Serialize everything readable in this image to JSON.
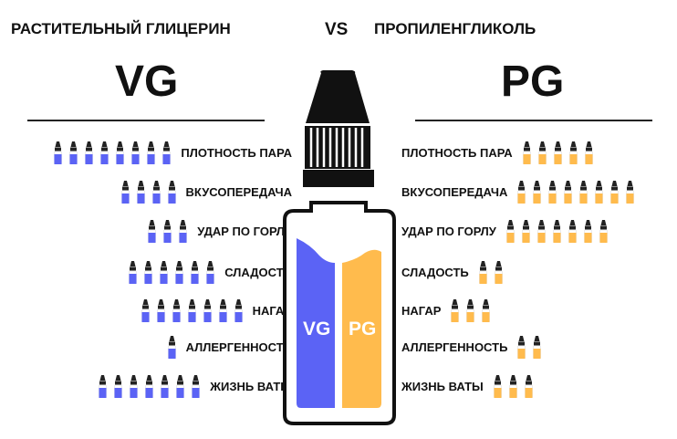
{
  "header": {
    "left_title": "РАСТИТЕЛЬНЫЙ ГЛИЦЕРИН",
    "vs": "VS",
    "right_title": "ПРОПИЛЕНГЛИКОЛЬ",
    "left_abbr": "VG",
    "right_abbr": "PG"
  },
  "bottle": {
    "left_label": "VG",
    "right_label": "PG"
  },
  "colors": {
    "vg": "#5b63f5",
    "pg": "#ffbb4d",
    "ink": "#111111"
  },
  "icon": "dropper-bottle-icon",
  "rows": [
    {
      "label": "ПЛОТНОСТЬ ПАРА",
      "vg": 8,
      "pg": 5
    },
    {
      "label": "ВКУСОПЕРЕДАЧА",
      "vg": 4,
      "pg": 8
    },
    {
      "label": "УДАР ПО ГОРЛУ",
      "vg": 3,
      "pg": 7
    },
    {
      "label": "СЛАДОСТЬ",
      "vg": 6,
      "pg": 2
    },
    {
      "label": "НАГАР",
      "vg": 7,
      "pg": 3
    },
    {
      "label": "АЛЛЕРГЕННОСТЬ",
      "vg": 1,
      "pg": 2
    },
    {
      "label": "ЖИЗНЬ ВАТЫ",
      "vg": 7,
      "pg": 3
    }
  ]
}
